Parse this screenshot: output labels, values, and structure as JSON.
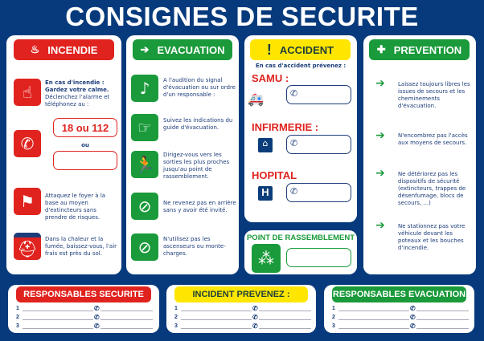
{
  "title": "CONSIGNES DE SECURITE",
  "colors": {
    "background": "#063a7c",
    "red": "#e0231f",
    "green": "#1a9a3a",
    "yellow": "#ffe600"
  },
  "incendie": {
    "header": "INCENDIE",
    "intro_bold": "En cas d'incendie : Gardez votre calme.",
    "intro": "Déclenchez l'alarme et téléphonez au :",
    "number": "18 ou 112",
    "or": "ou",
    "attack": "Attaquez le foyer à la base au moyen d'extincteurs sans prendre de risques.",
    "smoke": "Dans la chaleur et la fumée, baissez-vous, l'air frais est près du sol."
  },
  "evacuation": {
    "header": "EVACUATION",
    "items": [
      "A l'audition du signal d'évacuation ou sur ordre d'un responsable :",
      "Suivez les indications du guide d'évacuation.",
      "Dirigez-vous vers les sorties les plus proches jusqu'au point de rassemblement.",
      "Ne revenez pas en arrière sans y avoir été invité.",
      "N'utilisez pas les ascenseurs ou monte-charges."
    ]
  },
  "accident": {
    "header": "ACCIDENT",
    "intro": "En cas d'accident prévenez :",
    "samu": "SAMU :",
    "infirmerie": "INFIRMERIE :",
    "hopital": "HOPITAL"
  },
  "rassemblement": {
    "header": "POINT DE RASSEMBLEMENT"
  },
  "prevention": {
    "header": "PREVENTION",
    "items": [
      "Laissez toujours libres les issues de secours et les cheminements d'évacuation.",
      "N'encombrez pas l'accès aux moyens de secours.",
      "Ne détériorez pas les dispositifs de sécurité (extincteurs, trappes de désenfumage, blocs de secours, ...)",
      "Ne stationnez pas votre véhicule devant les poteaux et les bouches d'incendie."
    ]
  },
  "bottom": [
    {
      "header": "RESPONSABLES SECURITE"
    },
    {
      "header": "INCIDENT PREVENEZ :"
    },
    {
      "header": "RESPONSABLES EVACUATION"
    }
  ],
  "line_numbers": [
    "1",
    "2",
    "3"
  ],
  "icons": {
    "phone": "phone-icon"
  }
}
